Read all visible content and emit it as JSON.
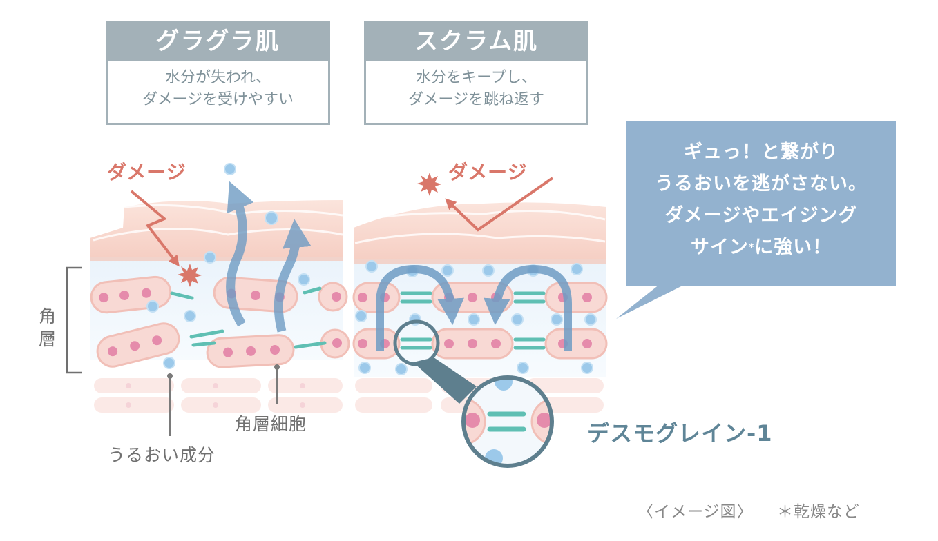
{
  "panels": [
    {
      "title": "グラグラ肌",
      "desc_line1": "水分が失われ、",
      "desc_line2": "ダメージを受けやすい"
    },
    {
      "title": "スクラム肌",
      "desc_line1": "水分をキープし、",
      "desc_line2": "ダメージを跳ね返す"
    }
  ],
  "damage_label": "ダメージ",
  "labels": {
    "stratum_line1": "角",
    "stratum_line2": "層",
    "moisture": "うるおい成分",
    "cell": "角層細胞",
    "desmoglein": "デスモグレイン-1"
  },
  "bubble": {
    "line1": "ギュっ！と繋がり",
    "line2": "うるおいを逃がさない。",
    "line3": "ダメージやエイジング",
    "line4_main": "サイン",
    "line4_mark": "*",
    "line4_tail": "に強い！"
  },
  "footer": {
    "image_note": "〈イメージ図〉",
    "note": "＊乾燥など"
  },
  "colors": {
    "header": "#a3b1b8",
    "damage": "#d9776a",
    "arrow": "#6f9cc4",
    "cell_fill": "#f8d9d4",
    "nucleus": "#e58bab",
    "desmoglein": "#5fbfb3",
    "droplet": "#9cc9ea",
    "bubble": "#93b2cf",
    "zoom_ring": "#5e7f8e"
  }
}
